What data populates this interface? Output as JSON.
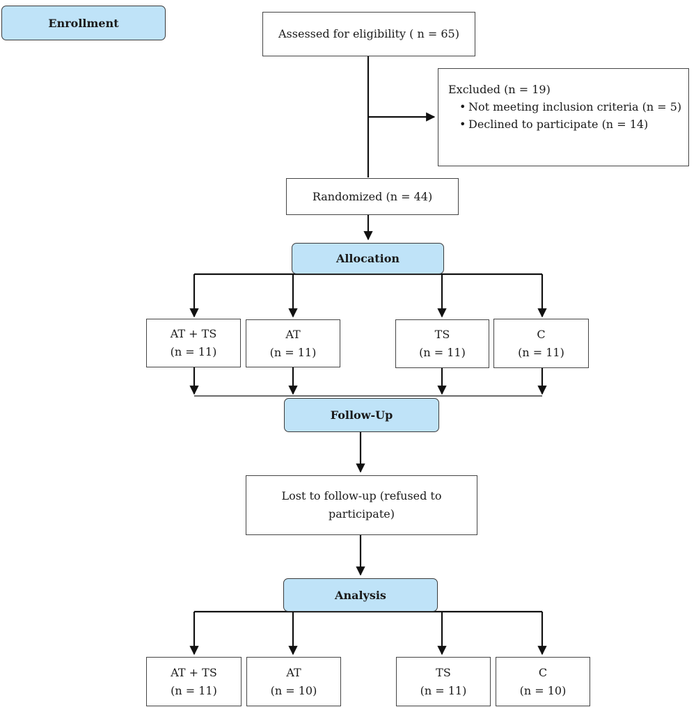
{
  "stages": {
    "enrollment": "Enrollment",
    "allocation": "Allocation",
    "follow_up": "Follow-Up",
    "analysis": "Analysis"
  },
  "assessed": "Assessed for eligibility ( n = 65)",
  "excluded": {
    "title": "Excluded (n = 19)",
    "items": [
      "Not meeting inclusion criteria (n = 5)",
      "Declined to participate (n = 14)"
    ]
  },
  "randomized": "Randomized (n = 44)",
  "allocation_groups": [
    {
      "name": "AT + TS",
      "n": "(n = 11)"
    },
    {
      "name": "AT",
      "n": "(n = 11)"
    },
    {
      "name": "TS",
      "n": "(n = 11)"
    },
    {
      "name": "C",
      "n": "(n = 11)"
    }
  ],
  "lost_to_follow_up": [
    "Lost to follow-up (refused to",
    "participate)"
  ],
  "analysis_groups": [
    {
      "name": "AT + TS",
      "n": "(n = 11)"
    },
    {
      "name": "AT",
      "n": "(n = 10)"
    },
    {
      "name": "TS",
      "n": "(n = 11)"
    },
    {
      "name": "C",
      "n": "(n = 10)"
    }
  ]
}
